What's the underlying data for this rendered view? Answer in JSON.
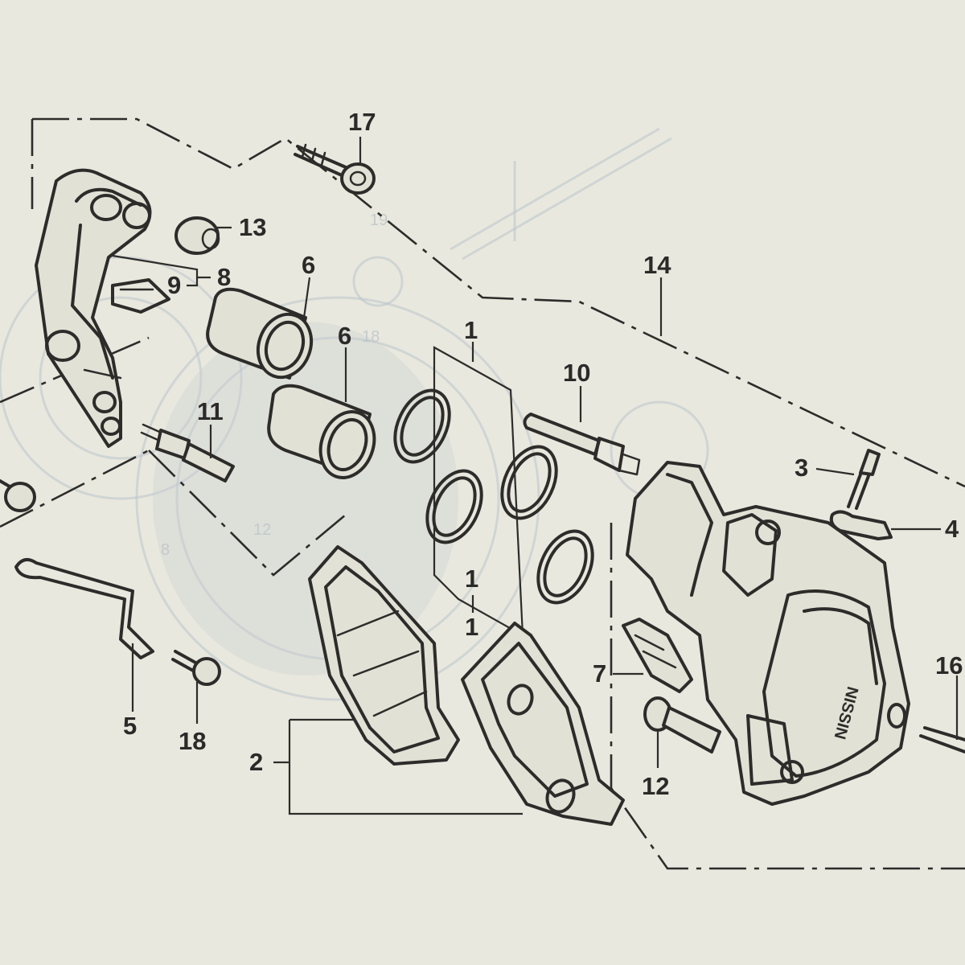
{
  "diagram": {
    "type": "exploded parts diagram",
    "callouts": [
      "17",
      "13",
      "8",
      "9",
      "6",
      "6",
      "14",
      "1",
      "10",
      "11",
      "3",
      "4",
      "1",
      "1",
      "7",
      "16",
      "5",
      "18",
      "2",
      "12"
    ],
    "stamp_text": "NISSIN",
    "colors": {
      "paper": "#e9e8de",
      "ink": "#2d2c2a",
      "bleed": "#b9c4cc"
    }
  }
}
